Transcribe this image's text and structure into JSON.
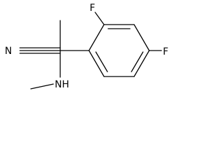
{
  "molecule": {
    "atoms": {
      "nitrogen_nitrile": "N",
      "fluorine_ortho": "F",
      "fluorine_para": "F",
      "amine_group": "NH"
    }
  },
  "colors": {
    "bond": "#000000",
    "label": "#000000",
    "background": "#ffffff"
  }
}
